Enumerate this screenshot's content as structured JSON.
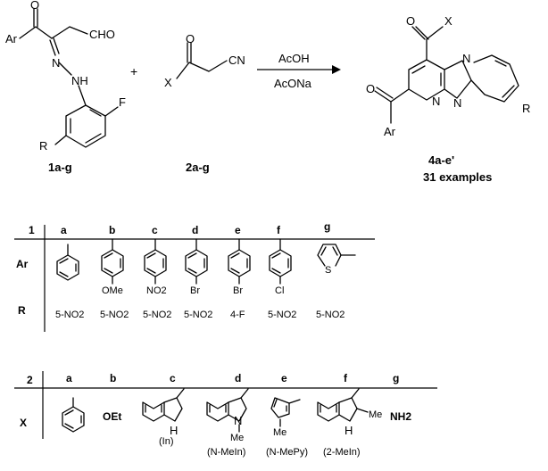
{
  "reaction": {
    "reactant1_label": "1a-g",
    "reactant2_label": "2a-g",
    "product_label": "4a-e'",
    "product_count": "31 examples",
    "plus": "+",
    "reagent_above": "AcOH",
    "reagent_below": "AcONa",
    "atoms": {
      "ar": "Ar",
      "cho": "CHO",
      "o": "O",
      "n": "N",
      "nh": "NH",
      "r": "R",
      "f": "F",
      "x": "X",
      "cn": "CN"
    }
  },
  "table1": {
    "id": "1",
    "columns": [
      "a",
      "b",
      "c",
      "d",
      "e",
      "f",
      "g"
    ],
    "row_ar_label": "Ar",
    "row_r_label": "R",
    "substituents": [
      "",
      "OMe",
      "NO2",
      "Br",
      "Br",
      "Cl",
      "S"
    ],
    "r_values": [
      "5-NO2",
      "5-NO2",
      "5-NO2",
      "5-NO2",
      "4-F",
      "5-NO2",
      "5-NO2"
    ]
  },
  "table2": {
    "id": "2",
    "columns": [
      "a",
      "b",
      "c",
      "d",
      "e",
      "f",
      "g"
    ],
    "row_x_label": "X",
    "x_values": [
      "",
      "OEt",
      "",
      "",
      "",
      "",
      "NH2"
    ],
    "atom_h": "H",
    "atom_n": "N",
    "atom_me": "Me",
    "captions": [
      "",
      "",
      "(In)",
      "(N-MeIn)",
      "(N-MePy)",
      "(2-MeIn)",
      ""
    ]
  }
}
